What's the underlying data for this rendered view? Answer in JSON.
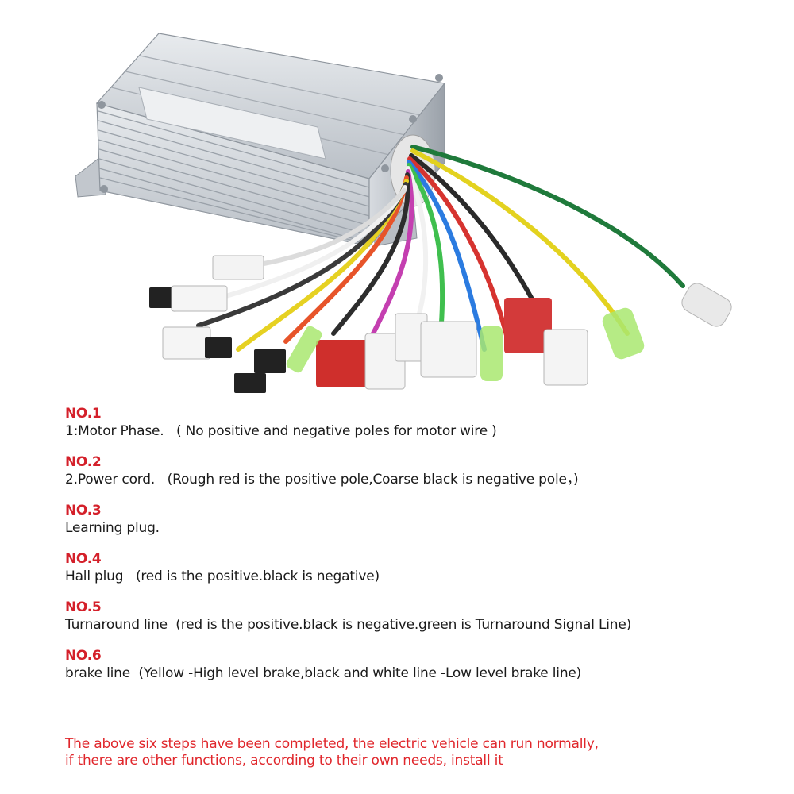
{
  "colors": {
    "accent_red": "#d4202a",
    "text": "#1a1a1a",
    "housing": "#c9ced4"
  },
  "product": {
    "icon": "controller-icon"
  },
  "steps": [
    {
      "title": "NO.1",
      "desc": "1:Motor Phase.   ( No positive and negative poles for motor wire )"
    },
    {
      "title": "NO.2",
      "desc": "2.Power cord.   (Rough red is the positive pole,Coarse black is negative pole，)"
    },
    {
      "title": "NO.3",
      "desc": "Learning plug."
    },
    {
      "title": "NO.4",
      "desc": "Hall plug   (red is the positive.black is negative)"
    },
    {
      "title": "NO.5",
      "desc": "Turnaround line  (red is the positive.black is negative.green is Turnaround Signal Line)"
    },
    {
      "title": "NO.6",
      "desc": "brake line  (Yellow -High level brake,black and white line -Low level brake line)"
    }
  ],
  "footer": {
    "line1": "The above six steps have been completed, the electric vehicle can run normally,",
    "line2": "if there are other functions, according to their own needs, install it"
  }
}
